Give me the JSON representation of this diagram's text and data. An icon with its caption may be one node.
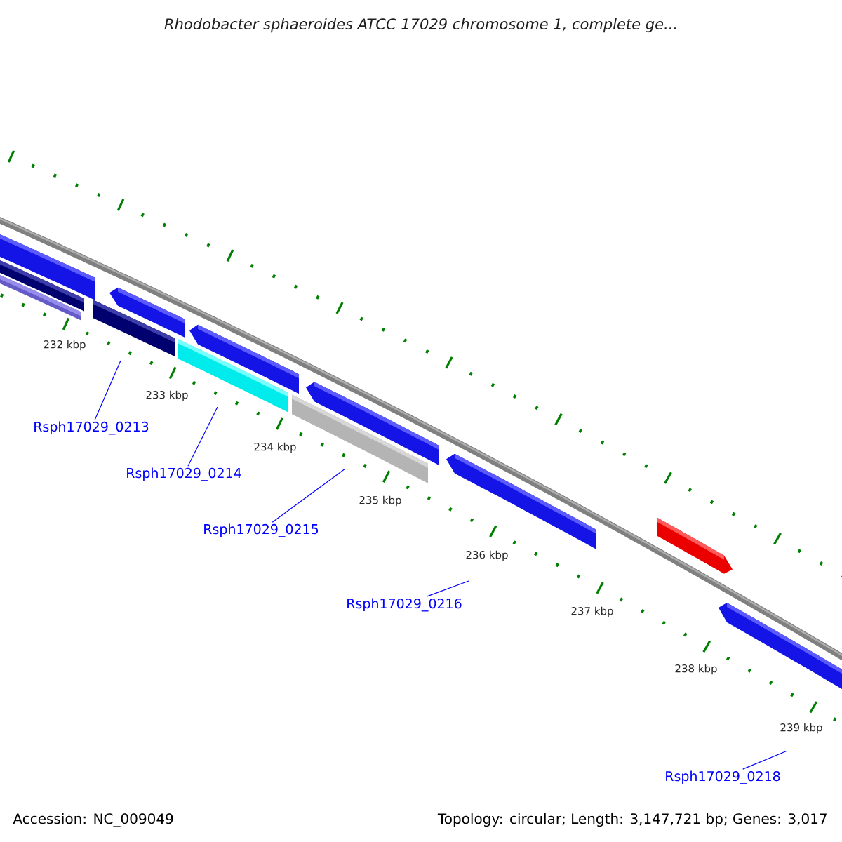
{
  "diagram": {
    "title": "Rhodobacter sphaeroides ATCC 17029 chromosome 1, complete ge...",
    "nodes": [
      {
        "text": [
          "Rsph17029_0213"
        ]
      },
      {
        "text": [
          "Rsph17029_0214"
        ]
      },
      {
        "text": [
          "Rsph17029_0215"
        ]
      },
      {
        "text": [
          "Rsph17029_0216"
        ]
      },
      {
        "text": [
          "Rsph17029_0218"
        ]
      }
    ],
    "edges": [
      {
        "from": 0,
        "to": null,
        "arrow": "none"
      },
      {
        "from": 1,
        "to": null,
        "arrow": "none"
      },
      {
        "from": 2,
        "to": null,
        "arrow": "none"
      },
      {
        "from": 3,
        "to": null,
        "arrow": "none"
      },
      {
        "from": 4,
        "to": null,
        "arrow": "none"
      }
    ],
    "labels": [
      "232 kbp",
      "233 kbp",
      "234 kbp",
      "235 kbp",
      "236 kbp",
      "237 kbp",
      "238 kbp",
      "239 kbp",
      "Accession: NC_009049",
      "Topology: circular; Length: 3,147,721 bp; Genes: 3,017"
    ]
  }
}
